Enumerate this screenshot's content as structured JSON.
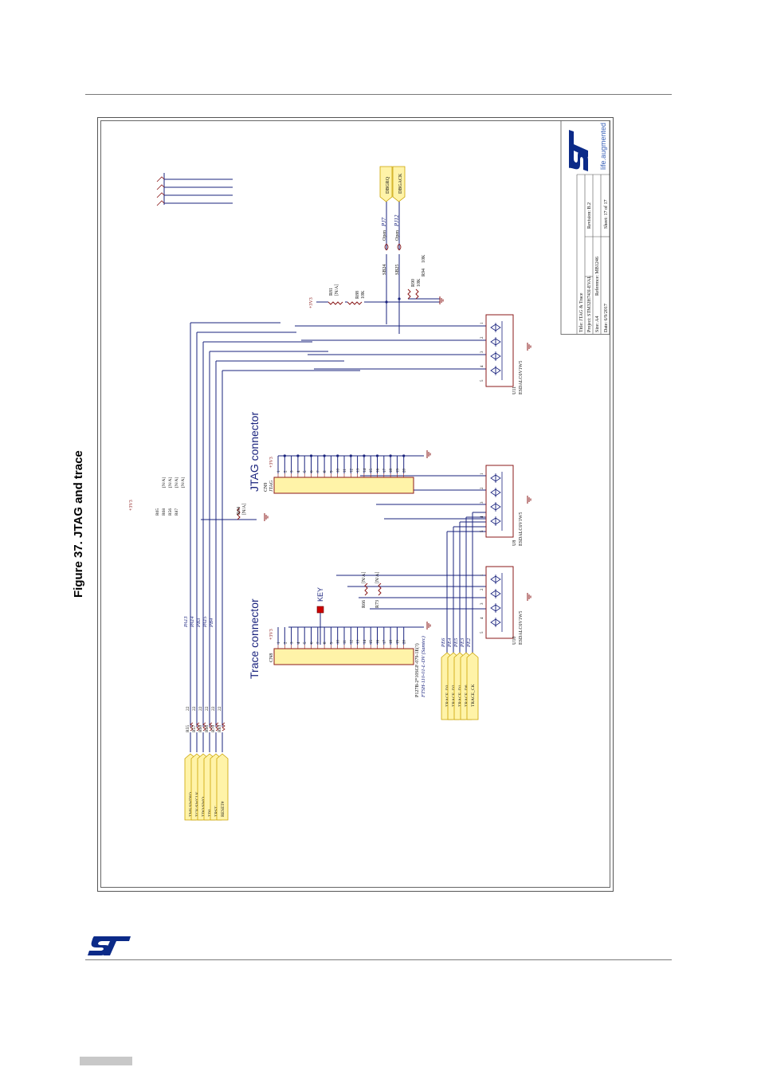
{
  "figure": {
    "title": "Figure 37. JTAG and trace"
  },
  "labels": {
    "trace_connector": "Trace connector",
    "jtag_connector": "JTAG connector",
    "key": "KEY",
    "cn8": "CN8",
    "cn9": "CN9",
    "jtag": "JTAG",
    "cn8_part1": "P127B-2*10SGF-079-1E(?)",
    "cn8_part2": "FTSH-110-01-L-DV (Samtec)",
    "v3": "+3V3",
    "r64": "R64",
    "r64v": "[N/A]",
    "r81": "R81",
    "r81v": "[N/A]",
    "r88": "R88",
    "r88v": "10K",
    "r90": "R90",
    "r90v": "10K",
    "r94": "R94",
    "r94v": "10K",
    "sb24": "SB24",
    "sb25": "SB25",
    "open": "Open",
    "pj7": "PJ7",
    "pj12": "PJ12",
    "dbgrq": "DBGRQ",
    "dbgack": "DBGACK",
    "r66": "R66",
    "r73": "R73",
    "na": "[N/A]",
    "u10": "U10",
    "u8": "U8",
    "u11": "U11",
    "esd": "ESDALC6V1W5",
    "r_left": [
      "R55",
      "R57",
      "R60",
      "R66",
      "R70",
      "R83"
    ],
    "r_left_v": "22",
    "r_top": [
      "R65",
      "R68",
      "R56",
      "R87"
    ],
    "ports_left": [
      "PA13",
      "PA14",
      "PB3",
      "PA15",
      "PB4"
    ],
    "ports_right": [
      "PE6",
      "PE4",
      "PE5",
      "PE3",
      "PE2"
    ],
    "signals_left": [
      "TMS/SWDIO",
      "TCK/SWCLK",
      "TDO/SWO",
      "TDI",
      "TRST",
      "RESET#"
    ],
    "signals_right": [
      "TRACE_D3",
      "TRACE_D2",
      "TRACE_D1",
      "TRACE_D0",
      "TRACE_CK"
    ],
    "cn8_pins": [
      "1",
      "2",
      "3",
      "4",
      "5",
      "6",
      "7",
      "8",
      "9",
      "10",
      "11",
      "12",
      "13",
      "14",
      "15",
      "16",
      "17",
      "18",
      "19",
      "20"
    ],
    "cn9_pins": [
      "1",
      "2",
      "3",
      "4",
      "5",
      "6",
      "7",
      "8",
      "9",
      "10",
      "11",
      "12",
      "13",
      "14",
      "15",
      "16",
      "17",
      "18",
      "19",
      "20"
    ],
    "esd_pins": [
      "1",
      "2",
      "3",
      "4",
      "5"
    ]
  },
  "title_block": {
    "title": "Title: JTAG & Trace",
    "project": "Project: STM32H743I-EVAL",
    "size": "Size: A4",
    "reference": "Reference: MB1246",
    "revision": "Revision: B.2",
    "date": "Date: 6/9/2017",
    "sheet": "Sheet: 17 of 17",
    "brand": "life.augmented"
  }
}
